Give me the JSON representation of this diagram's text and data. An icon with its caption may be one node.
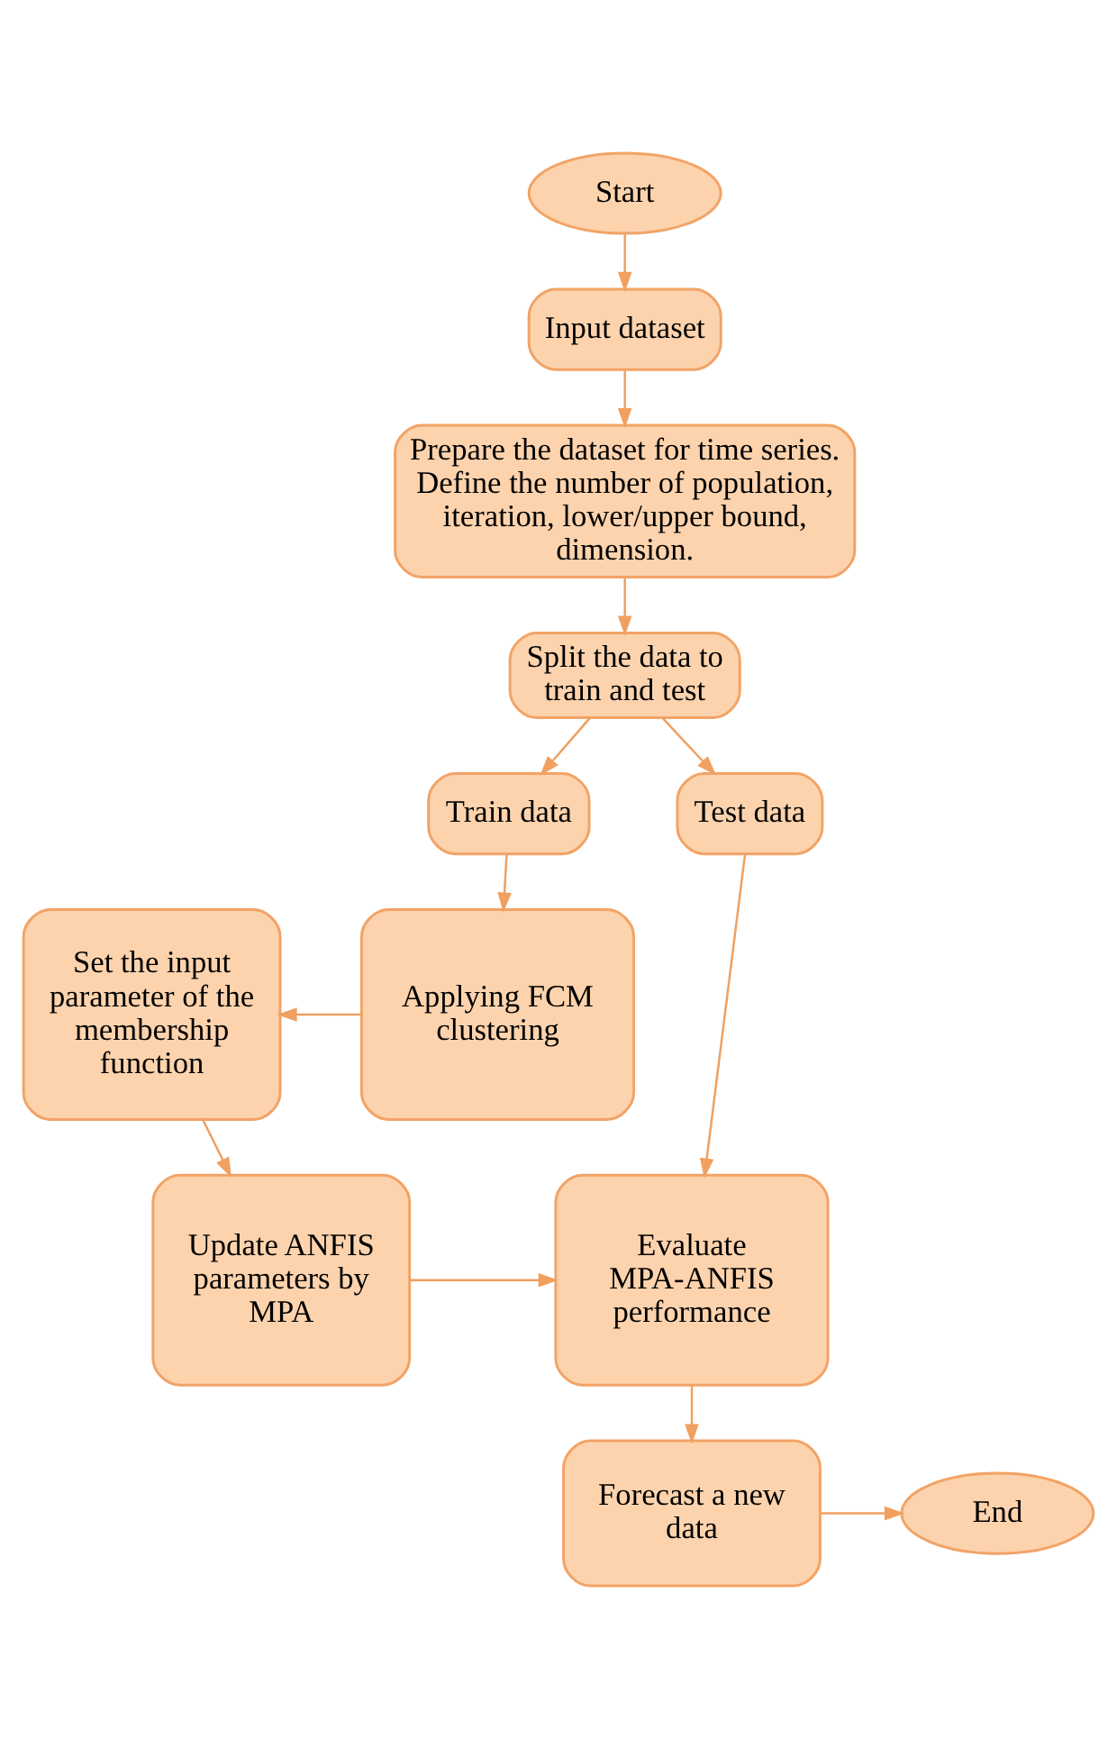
{
  "diagram": {
    "nodes": [
      {
        "text": [
          "Start"
        ]
      },
      {
        "text": [
          "Input dataset"
        ]
      },
      {
        "text": [
          "Prepare the dataset for time series. Define the number of population, iteration, lower/upper bound, dimension."
        ]
      },
      {
        "text": [
          "Split the data to train and test"
        ]
      },
      {
        "text": [
          "Test data"
        ]
      },
      {
        "text": [
          "Train data"
        ]
      },
      {
        "text": [
          "Applying FCM clustering"
        ]
      },
      {
        "text": [
          "Set the input parameter of the membership function"
        ]
      },
      {
        "text": [
          "Update ANFIS parameters by MPA"
        ]
      },
      {
        "text": [
          "Evaluate MPA-ANFIS performance"
        ]
      },
      {
        "text": [
          "Forecast a new data"
        ]
      },
      {
        "text": [
          "End"
        ]
      }
    ],
    "edges": [
      {
        "from": 0,
        "to": 1,
        "arrow": "to"
      },
      {
        "from": 1,
        "to": 2,
        "arrow": "to"
      },
      {
        "from": 2,
        "to": 3,
        "arrow": "to"
      },
      {
        "from": 3,
        "to": 4,
        "arrow": "to"
      },
      {
        "from": 3,
        "to": 5,
        "arrow": "to"
      },
      {
        "from": 5,
        "to": 6,
        "arrow": "to"
      },
      {
        "from": 6,
        "to": 7,
        "arrow": "to"
      },
      {
        "from": 7,
        "to": 8,
        "arrow": "to"
      },
      {
        "from": 8,
        "to": 9,
        "arrow": "to"
      },
      {
        "from": 4,
        "to": 9,
        "arrow": "to"
      },
      {
        "from": 9,
        "to": 10,
        "arrow": "to"
      },
      {
        "from": 10,
        "to": 11,
        "arrow": "to"
      }
    ]
  }
}
